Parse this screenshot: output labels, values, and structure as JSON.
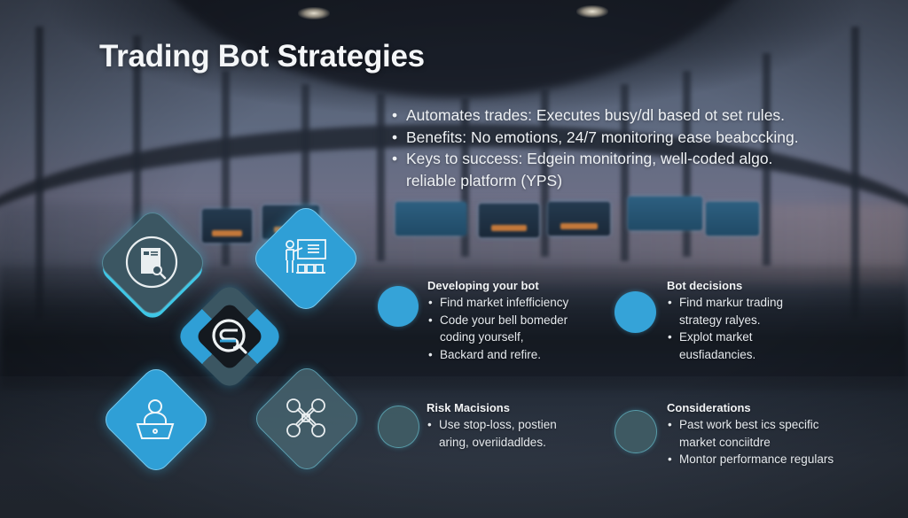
{
  "slide": {
    "title": "Trading Bot Strategies",
    "intro_bullets": [
      "Automates trades: Executes busy/dl based ot set rules.",
      "Benefits: No emotions, 24/7 monitoring ease beabccking.",
      "Keys to success: Edgein monitoring, well-coded algo. reliable platform (YPS)"
    ],
    "sections": [
      {
        "heading": "Developing your bot",
        "bullets": [
          "Find market infefficiency",
          "Code your bell bomeder coding yourself,",
          "Backard and refire."
        ],
        "node_color": "#35a3d8"
      },
      {
        "heading": "Bot decisions",
        "bullets": [
          "Find markur trading strategy ralyes.",
          "Explot market eusfiadancies."
        ],
        "node_color": "#35a3d8"
      },
      {
        "heading": "Risk Macisions",
        "bullets": [
          "Use stop-loss, postien aring, overiidadldes."
        ],
        "node_color": "#426068"
      },
      {
        "heading": "Considerations",
        "bullets": [
          "Past work best ics specific market conciitdre",
          "Montor performance regulars"
        ],
        "node_color": "#426068"
      }
    ],
    "diamond_icons": [
      {
        "icon": "document-search-icon",
        "style": "dark"
      },
      {
        "icon": "presentation-teacher-icon",
        "style": "blue"
      },
      {
        "icon": "s-magnifier-logo-icon",
        "style": "center"
      },
      {
        "icon": "laptop-user-icon",
        "style": "blue"
      },
      {
        "icon": "drone-network-icon",
        "style": "slate"
      }
    ],
    "colors": {
      "accent_blue": "#2f9fd6",
      "dark_teal": "#3b5662",
      "glow_cyan": "#3fc7e6",
      "text": "#f2f4f6"
    }
  }
}
